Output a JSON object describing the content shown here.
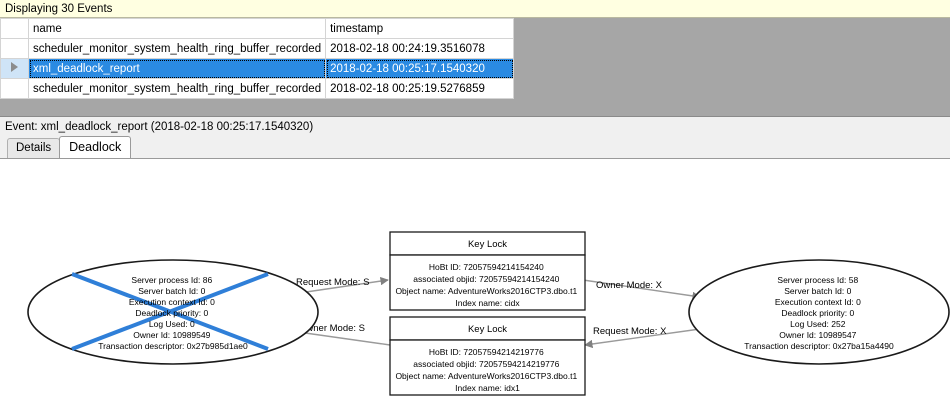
{
  "status_bar": {
    "text": "Displaying 30 Events"
  },
  "grid": {
    "columns": [
      "",
      "name",
      "timestamp"
    ],
    "rows": [
      {
        "selector": "",
        "name": "scheduler_monitor_system_health_ring_buffer_recorded",
        "timestamp": "2018-02-18 00:24:19.3516078",
        "selected": false
      },
      {
        "selector": "row-selector-arrow",
        "name": "xml_deadlock_report",
        "timestamp": "2018-02-18 00:25:17.1540320",
        "selected": true
      },
      {
        "selector": "",
        "name": "scheduler_monitor_system_health_ring_buffer_recorded",
        "timestamp": "2018-02-18 00:25:19.5276859",
        "selected": false
      }
    ]
  },
  "event_header": {
    "text": "Event: xml_deadlock_report (2018-02-18 00:25:17.1540320)"
  },
  "tabs": [
    {
      "label": "Details",
      "active": false
    },
    {
      "label": "Deadlock",
      "active": true
    }
  ],
  "deadlock_graph": {
    "victim_marker_color": "#2f7fd8",
    "node_stroke": "#1a1a1a",
    "edge_color": "#808080",
    "processes": [
      {
        "id": "process-left",
        "victim": true,
        "lines": [
          "Server process Id: 86",
          "Server batch Id: 0",
          "Execution context Id: 0",
          "Deadlock priority: 0",
          "Log Used: 0",
          "Owner Id: 10989549",
          "Transaction descriptor: 0x27b985d1ae0"
        ]
      },
      {
        "id": "process-right",
        "victim": false,
        "lines": [
          "Server process Id: 58",
          "Server batch Id: 0",
          "Execution context Id: 0",
          "Deadlock priority: 0",
          "Log Used: 252",
          "Owner Id: 10989547",
          "Transaction descriptor: 0x27ba15a4490"
        ]
      }
    ],
    "resources": [
      {
        "id": "resource-top",
        "title": "Key Lock",
        "lines": [
          "HoBt ID: 72057594214154240",
          "associated objid: 72057594214154240",
          "Object name: AdventureWorks2016CTP3.dbo.t1",
          "Index name: cidx"
        ]
      },
      {
        "id": "resource-bottom",
        "title": "Key Lock",
        "lines": [
          "HoBt ID: 72057594214219776",
          "associated objid: 72057594214219776",
          "Object name: AdventureWorks2016CTP3.dbo.t1",
          "Index name: idx1"
        ]
      }
    ],
    "edges": [
      {
        "id": "edge-left-request",
        "label": "Request Mode: S"
      },
      {
        "id": "edge-right-owner",
        "label": "Owner Mode: X"
      },
      {
        "id": "edge-left-owner",
        "label": "Owner Mode: S"
      },
      {
        "id": "edge-right-request",
        "label": "Request Mode: X"
      }
    ]
  }
}
